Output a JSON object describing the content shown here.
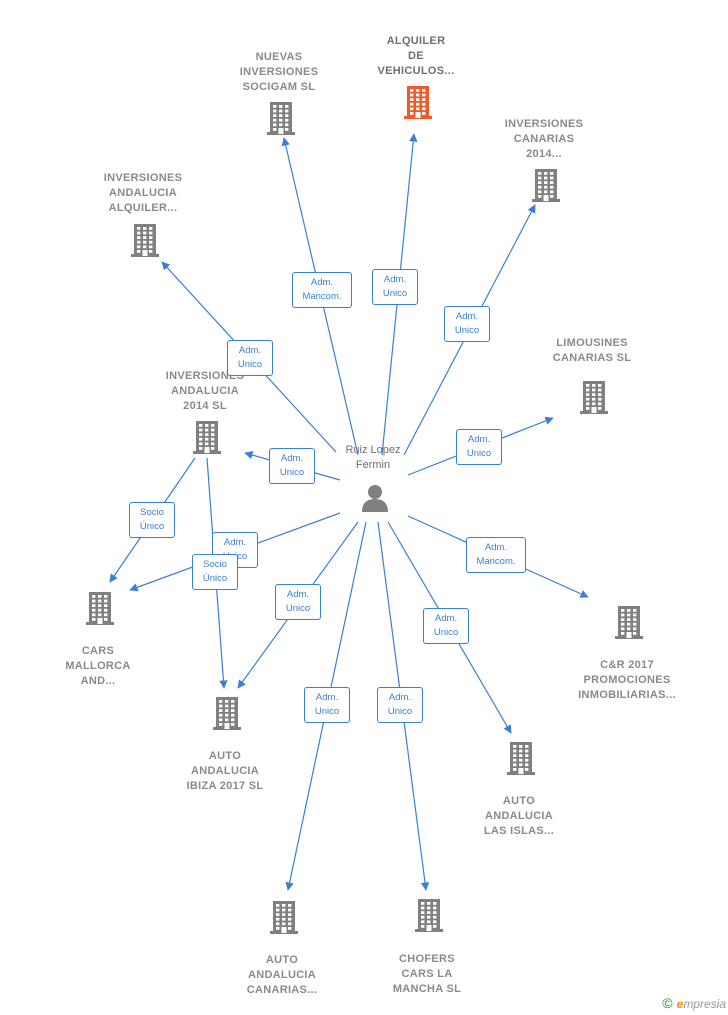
{
  "center": {
    "name": "Ruiz Lopez\nFermin",
    "icon": "person-icon"
  },
  "colors": {
    "accent": "#3a7fd5",
    "building": "#808080",
    "highlight": "#f05a28",
    "text": "#8a8a8a"
  },
  "companies": [
    {
      "id": "nuevas",
      "label": "NUEVAS\nINVERSIONES\nSOCIGAM  SL"
    },
    {
      "id": "alquiler",
      "label": "ALQUILER\nDE\nVEHICULOS...",
      "highlight": true
    },
    {
      "id": "canarias2014",
      "label": "INVERSIONES\nCANARIAS\n2014..."
    },
    {
      "id": "andaluciaalq",
      "label": "INVERSIONES\nANDALUCIA\nALQUILER..."
    },
    {
      "id": "limousines",
      "label": "LIMOUSINES\nCANARIAS  SL"
    },
    {
      "id": "andalucia2014",
      "label": "INVERSIONES\nANDALUCIA\n2014  SL"
    },
    {
      "id": "cars",
      "label": "CARS\nMALLORCA\nAND..."
    },
    {
      "id": "cr2017",
      "label": "C&R 2017\nPROMOCIONES\nINMOBILIARIAS..."
    },
    {
      "id": "ibiza",
      "label": "AUTO\nANDALUCIA\nIBIZA 2017  SL"
    },
    {
      "id": "islas",
      "label": "AUTO\nANDALUCIA\nLAS ISLAS..."
    },
    {
      "id": "autocanarias",
      "label": "AUTO\nANDALUCIA\nCANARIAS..."
    },
    {
      "id": "chofers",
      "label": "CHOFERS\nCARS LA\nMANCHA  SL"
    }
  ],
  "relations": [
    {
      "from": "person",
      "to": "nuevas",
      "label": "Adm.\nMancom."
    },
    {
      "from": "person",
      "to": "alquiler",
      "label": "Adm.\nUnico"
    },
    {
      "from": "person",
      "to": "canarias2014",
      "label": "Adm.\nUnico"
    },
    {
      "from": "person",
      "to": "andaluciaalq",
      "label": "Adm.\nUnico"
    },
    {
      "from": "person",
      "to": "limousines",
      "label": "Adm.\nUnico"
    },
    {
      "from": "person",
      "to": "andalucia2014",
      "label": "Adm.\nUnico"
    },
    {
      "from": "person",
      "to": "cars",
      "label": "Adm.\nUnico"
    },
    {
      "from": "person",
      "to": "cr2017",
      "label": "Adm.\nMancom."
    },
    {
      "from": "person",
      "to": "ibiza",
      "label": "Adm.\nUnico"
    },
    {
      "from": "person",
      "to": "islas",
      "label": "Adm.\nUnico"
    },
    {
      "from": "person",
      "to": "autocanarias",
      "label": "Adm.\nUnico"
    },
    {
      "from": "person",
      "to": "chofers",
      "label": "Adm.\nUnico"
    },
    {
      "from": "andalucia2014",
      "to": "cars",
      "label": "Socio\nÚnico"
    },
    {
      "from": "andalucia2014",
      "to": "ibiza",
      "label": "Socio\nÚnico"
    }
  ],
  "footer": {
    "copyright": "©",
    "brand_e": "e",
    "brand": "mpresia"
  }
}
